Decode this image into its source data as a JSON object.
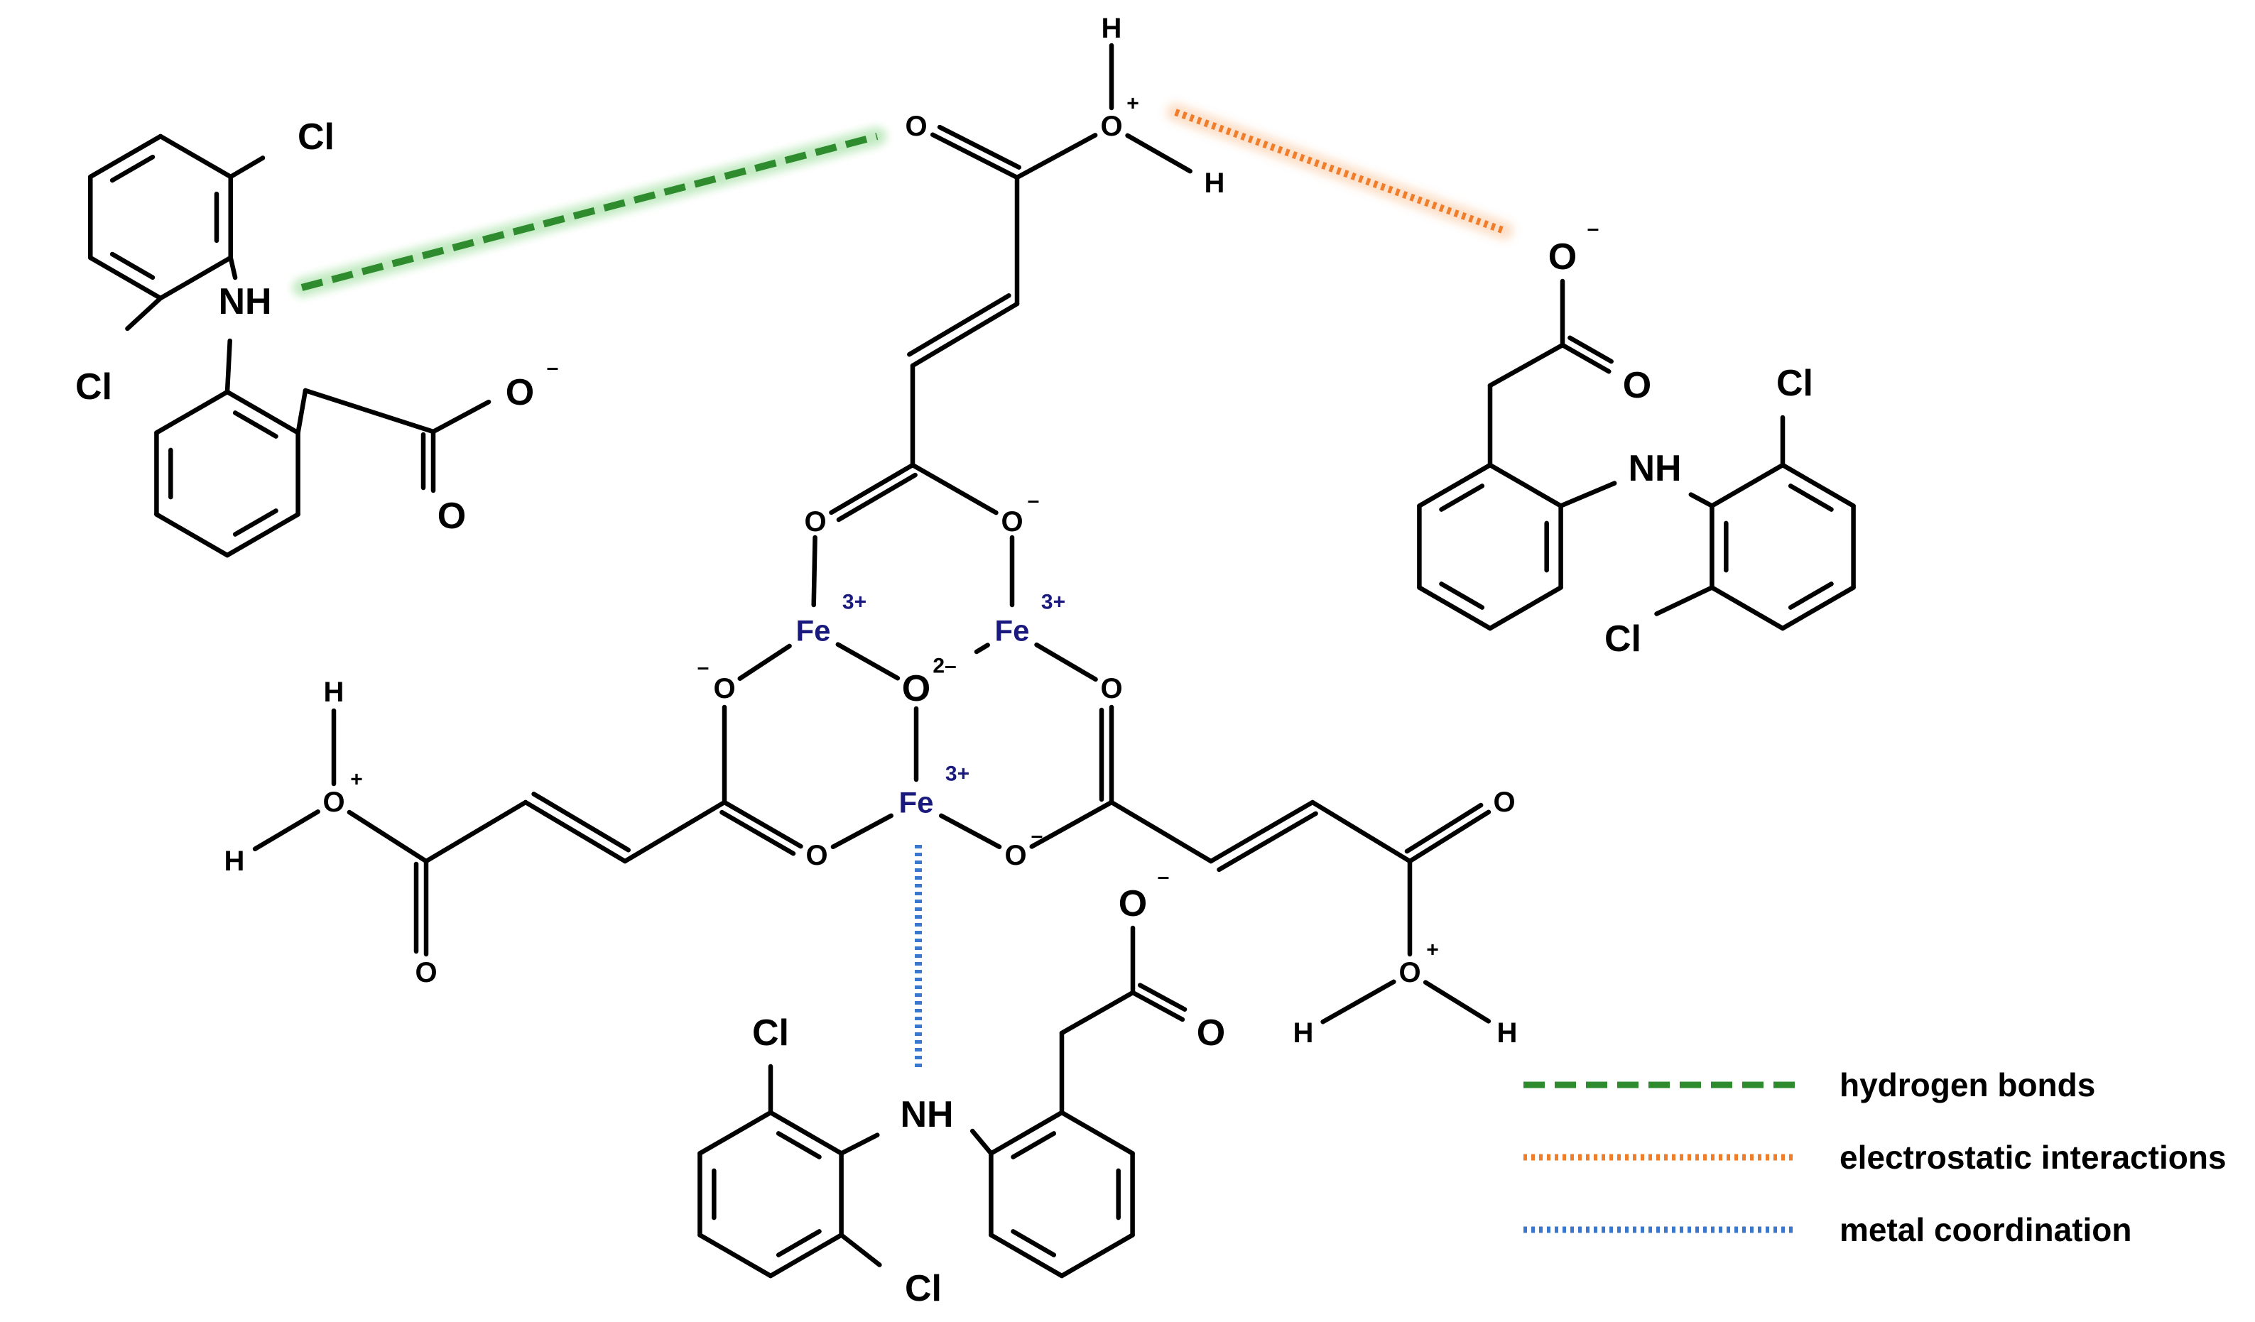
{
  "colors": {
    "hydrogen_bond": "#2e8b2e",
    "hydrogen_bond_glow": "#8fd98f",
    "electrostatic": "#f07d2a",
    "electrostatic_glow": "#f9c79f",
    "metal": "#3a78d0",
    "metal_glow": "#9ec4ee",
    "iron_label": "#1a1a7e"
  },
  "atoms": {
    "cl": "Cl",
    "nh": "NH",
    "o": "O",
    "h": "H",
    "fe": "Fe",
    "fe_charge": "3+",
    "oxo_charge": "2–",
    "minus": "–",
    "plus": "+"
  },
  "legend": {
    "items": [
      {
        "label": "hydrogen bonds",
        "style": "dashed",
        "color_key": "hydrogen_bond"
      },
      {
        "label": "electrostatic interactions",
        "style": "dotted",
        "color_key": "electrostatic"
      },
      {
        "label": "metal coordination",
        "style": "dotted",
        "color_key": "metal"
      }
    ]
  }
}
